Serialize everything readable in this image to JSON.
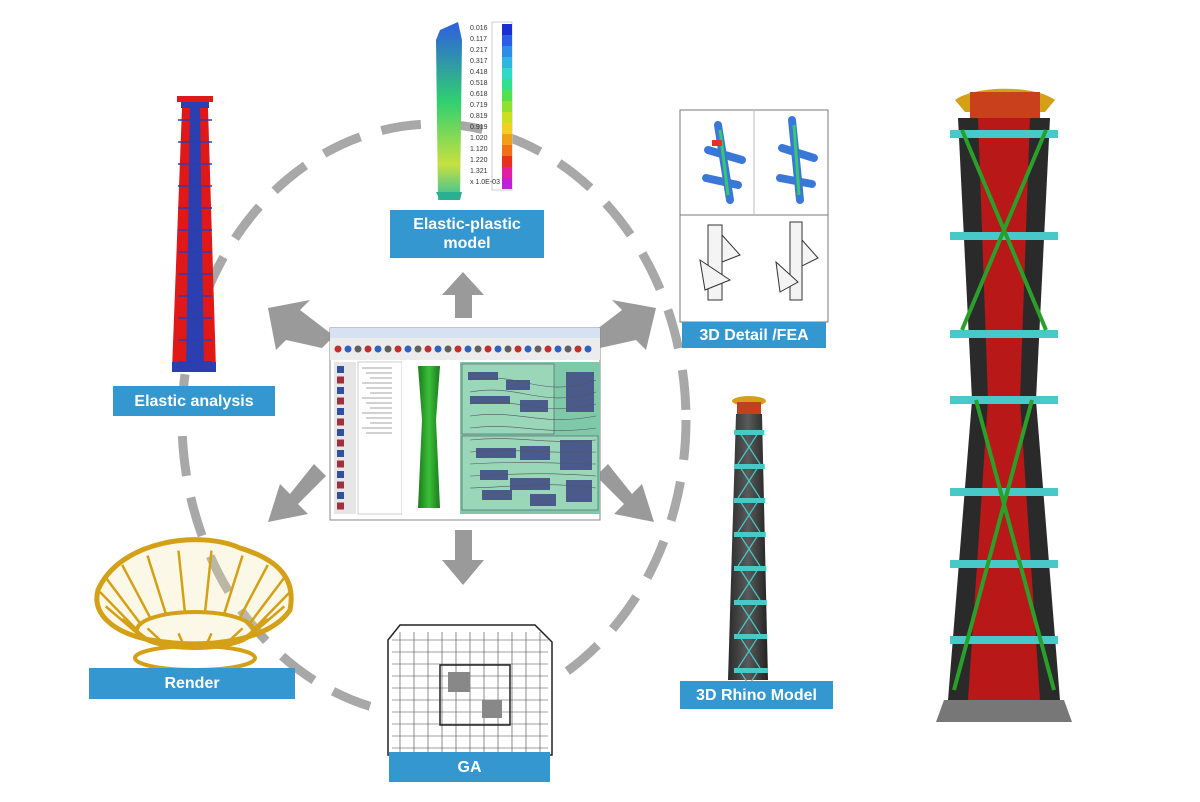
{
  "labels": {
    "elastic_plastic": "Elastic-plastic\nmodel",
    "detail_fea": "3D Detail /FEA",
    "elastic_analysis": "Elastic analysis",
    "rhino_model": "3D Rhino Model",
    "render": "Render",
    "ga": "GA"
  },
  "legend_values": [
    "0.016",
    "0.117",
    "0.217",
    "0.317",
    "0.418",
    "0.518",
    "0.618",
    "0.719",
    "0.819",
    "0.919",
    "1.020",
    "1.120",
    "1.220",
    "1.321",
    "x 1.0E-03"
  ],
  "legend_colors": [
    "#1a2fd0",
    "#2a5ce8",
    "#2f8be8",
    "#2fb5e0",
    "#2fd8c8",
    "#30e090",
    "#50e050",
    "#90e030",
    "#c8e020",
    "#f0d020",
    "#f0a018",
    "#f07018",
    "#e83020",
    "#e020a0",
    "#c020d8"
  ],
  "colors": {
    "label_bg": "#3597cf",
    "dash": "#a8a8a8",
    "arrow": "#9a9a9a",
    "tower_red": "#e01818",
    "tower_blue": "#2b3fb0",
    "green_model": "#2aa02a",
    "gold": "#d4a017",
    "teal": "#48c8c8",
    "graph_green": "#7fc8a8"
  }
}
